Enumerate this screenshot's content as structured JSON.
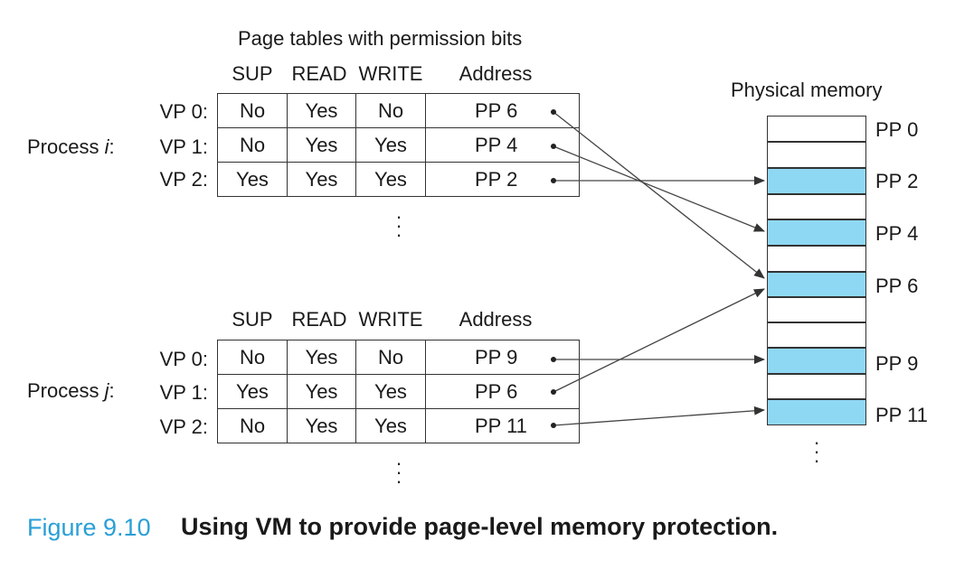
{
  "title": "Page tables with permission bits",
  "columns": [
    "SUP",
    "READ",
    "WRITE",
    "Address"
  ],
  "vp_labels": [
    "VP 0:",
    "VP 1:",
    "VP 2:"
  ],
  "process_i": {
    "label_prefix": "Process ",
    "label_var": "i",
    "label_suffix": ":",
    "rows": [
      {
        "sup": "No",
        "read": "Yes",
        "write": "No",
        "addr": "PP 6"
      },
      {
        "sup": "No",
        "read": "Yes",
        "write": "Yes",
        "addr": "PP 4"
      },
      {
        "sup": "Yes",
        "read": "Yes",
        "write": "Yes",
        "addr": "PP 2"
      }
    ]
  },
  "process_j": {
    "label_prefix": "Process ",
    "label_var": "j",
    "label_suffix": ":",
    "rows": [
      {
        "sup": "No",
        "read": "Yes",
        "write": "No",
        "addr": "PP 9"
      },
      {
        "sup": "Yes",
        "read": "Yes",
        "write": "Yes",
        "addr": "PP 6"
      },
      {
        "sup": "No",
        "read": "Yes",
        "write": "Yes",
        "addr": "PP 11"
      }
    ]
  },
  "physical_memory": {
    "title": "Physical memory",
    "labels": [
      "PP 0",
      "PP 2",
      "PP 4",
      "PP 6",
      "PP 9",
      "PP 11"
    ],
    "highlight_color": "#8fd8f4"
  },
  "caption": {
    "number": "Figure 9.10",
    "text": "Using VM to provide page-level memory protection."
  }
}
